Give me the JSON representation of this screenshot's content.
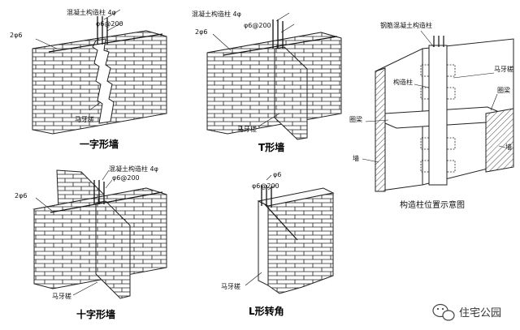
{
  "panels": {
    "straight": {
      "caption": "一字形墙",
      "label_column": "混凝土构造柱 4φ",
      "label_stirrup": "φ6@200",
      "label_tie": "2φ6",
      "label_tooth": "马牙槎"
    },
    "t_shape": {
      "caption": "T形墙",
      "label_column": "混凝土构造柱 4φ",
      "label_stirrup": "φ6@200",
      "label_tie": "2φ6",
      "label_tooth": "马牙槎"
    },
    "location": {
      "caption": "构造柱位置示意图",
      "label_rc_column": "钢筋混凝土构造柱",
      "label_column": "构造柱",
      "label_tooth": "马牙槎",
      "label_ring_beam_right": "圈梁",
      "label_ring_beam_left": "圈梁",
      "label_wall_left": "墙",
      "label_wall_right": "墙"
    },
    "cross": {
      "caption": "十字形墙",
      "label_column": "混凝土构造柱 4φ",
      "label_stirrup": "φ6@200",
      "label_tie": "2φ6",
      "label_tooth": "马牙槎"
    },
    "l_corner": {
      "caption": "L形转角",
      "label_bar": "φ6",
      "label_stirrup": "φ6@200",
      "label_tooth": "马牙槎"
    }
  },
  "watermark": {
    "text": "住宅公园",
    "icon": "wechat-icon"
  }
}
